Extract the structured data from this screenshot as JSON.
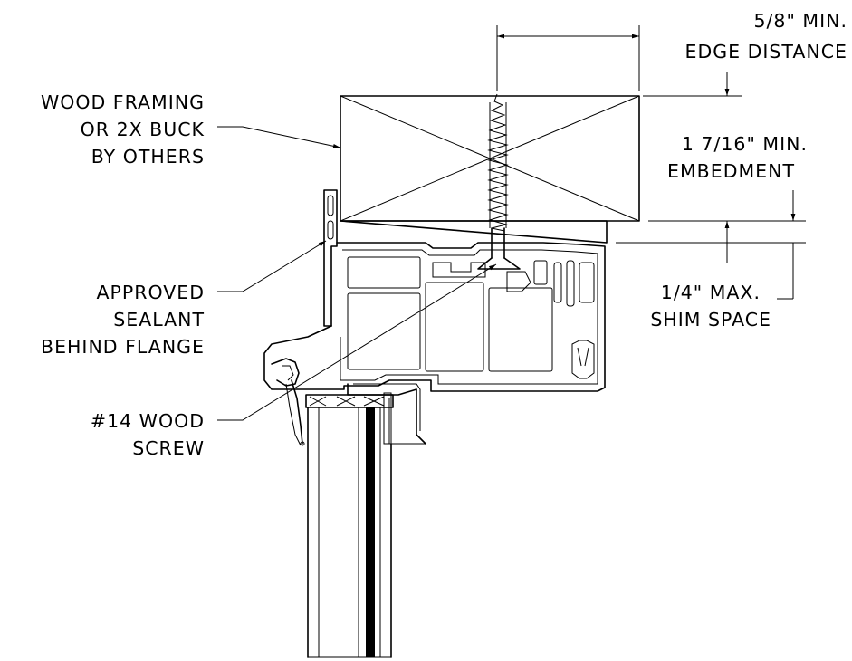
{
  "labels": {
    "wood_framing": [
      "WOOD FRAMING",
      "OR 2X BUCK",
      "BY OTHERS"
    ],
    "sealant": [
      "APPROVED",
      "SEALANT",
      "BEHIND FLANGE"
    ],
    "screw": [
      "#14 WOOD",
      "SCREW"
    ],
    "edge_distance": [
      "5/8\" MIN.",
      "EDGE DISTANCE"
    ],
    "embedment": [
      "1 7/16\" MIN.",
      "EMBEDMENT"
    ],
    "shim": [
      "1/4\" MAX.",
      "SHIM SPACE"
    ]
  }
}
